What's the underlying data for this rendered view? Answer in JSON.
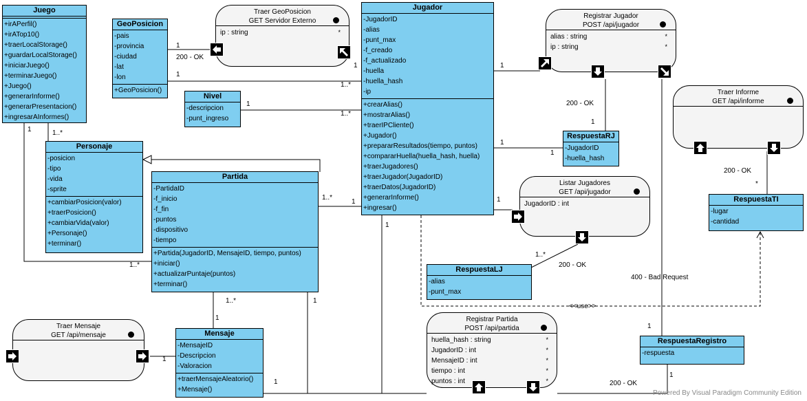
{
  "classes": {
    "juego": {
      "name": "Juego",
      "attributes": [],
      "methods": [
        "+irAPerfil()",
        "+irATop10()",
        "+traerLocalStorage()",
        "+guardarLocalStorage()",
        "+iniciarJuego()",
        "+terminarJuego()",
        "+Juego()",
        "+generarInforme()",
        "+generarPresentacion()",
        "+ingresarAInformes()"
      ]
    },
    "geoposicion": {
      "name": "GeoPosicion",
      "attributes": [
        "-pais",
        "-provincia",
        "-ciudad",
        "-lat",
        "-lon"
      ],
      "methods": [
        "+GeoPosicion()"
      ]
    },
    "nivel": {
      "name": "Nivel",
      "attributes": [
        "-descripcion",
        "-punt_ingreso"
      ],
      "methods": []
    },
    "jugador": {
      "name": "Jugador",
      "attributes": [
        "-JugadorID",
        "-alias",
        "-punt_max",
        "-f_creado",
        "-f_actualizado",
        "-huella",
        "-huella_hash",
        "-ip"
      ],
      "methods": [
        "+crearAlias()",
        "+mostrarAlias()",
        "+traerIPCliente()",
        "+Jugador()",
        "+prepararResultados(tiempo, puntos)",
        "+compararHuella(huella_hash, huella)",
        "+traerJugadores()",
        "+traerJugador(JugadorID)",
        "+traerDatos(JugadorID)",
        "+generarInforme()",
        "+ingresar()"
      ]
    },
    "personaje": {
      "name": "Personaje",
      "attributes": [
        "-posicion",
        "-tipo",
        "-vida",
        "-sprite"
      ],
      "methods": [
        "+cambiarPosicion(valor)",
        "+traerPosicion()",
        "+cambiarVida(valor)",
        "+Personaje()",
        "+terminar()"
      ]
    },
    "partida": {
      "name": "Partida",
      "attributes": [
        "-PartidaID",
        "-f_inicio",
        "-f_fin",
        "-puntos",
        "-dispositivo",
        "-tiempo"
      ],
      "methods": [
        "+Partida(JugadorID, MensajeID, tiempo, puntos)",
        "+iniciar()",
        "+actualizarPuntaje(puntos)",
        "+terminar()"
      ]
    },
    "mensaje": {
      "name": "Mensaje",
      "attributes": [
        "-MensajeID",
        "-Descripcion",
        "-Valoracion"
      ],
      "methods": [
        "+traerMensajeAleatorio()",
        "+Mensaje()"
      ]
    },
    "respuestaRJ": {
      "name": "RespuestaRJ",
      "attributes": [
        "-JugadorID",
        "-huella_hash"
      ],
      "methods": []
    },
    "respuestaLJ": {
      "name": "RespuestaLJ",
      "attributes": [
        "-alias",
        "-punt_max"
      ],
      "methods": []
    },
    "respuestaTI": {
      "name": "RespuestaTI",
      "attributes": [
        "-lugar",
        "-cantidad"
      ],
      "methods": []
    },
    "respuestaRegistro": {
      "name": "RespuestaRegistro",
      "attributes": [
        "-respuesta"
      ],
      "methods": []
    }
  },
  "endpoints": {
    "traerGeo": {
      "title": "Traer GeoPosicion",
      "method": "GET Servidor Externo",
      "params": [
        "ip : string"
      ]
    },
    "registrarJugador": {
      "title": "Registrar Jugador",
      "method": "POST /api/jugador",
      "params": [
        "alias : string",
        "ip : string"
      ]
    },
    "traerInforme": {
      "title": "Traer Informe",
      "method": "GET /api/informe",
      "params": []
    },
    "listarJugadores": {
      "title": "Listar Jugadores",
      "method": "GET /api/jugador",
      "params": [
        "JugadorID : int"
      ]
    },
    "registrarPartida": {
      "title": "Registrar Partida",
      "method": "POST /api/partida",
      "params": [
        "huella_hash : string",
        "JugadorID : int",
        "MensajeID : int",
        "tiempo : int",
        "puntos : int"
      ]
    },
    "traerMensaje": {
      "title": "Traer Mensaje",
      "method": "GET /api/mensaje",
      "params": []
    }
  },
  "labels": {
    "m_geo_1": "1",
    "m_geo_200": "200 - OK",
    "m_geo_lon": "1",
    "m_geo_jug": "1..*",
    "m_juego_1": "1",
    "m_juego_1n": "1..*",
    "m_nivel_1": "1",
    "m_nivel_jug": "1..*",
    "m_jug_rj1": "1",
    "m_rj_1": "1",
    "m_rj_200": "200 - OK",
    "m_rj_top1": "1",
    "m_partida_jug": "1..*",
    "m_jug_partida": "1",
    "m_juego_partida": "1..*",
    "m_partida_msg_n": "1..*",
    "m_msg_1": "1",
    "m_msg_ep": "1",
    "m_lj_1": "1",
    "m_lj_1n": "1..*",
    "m_lj_200": "200 - OK",
    "m_ti_200": "200 - OK",
    "m_ti_star": "*",
    "m_partida_1": "1",
    "m_bad": "400 - Bad Request",
    "m_reg_1": "1",
    "m_use": "<<use>>",
    "m_rp_200": "200 - OK",
    "m_msg_1b": "1",
    "m_jug_bottom": "1",
    "star": "*"
  },
  "watermark": "Powered By  Visual Paradigm Community Edition"
}
